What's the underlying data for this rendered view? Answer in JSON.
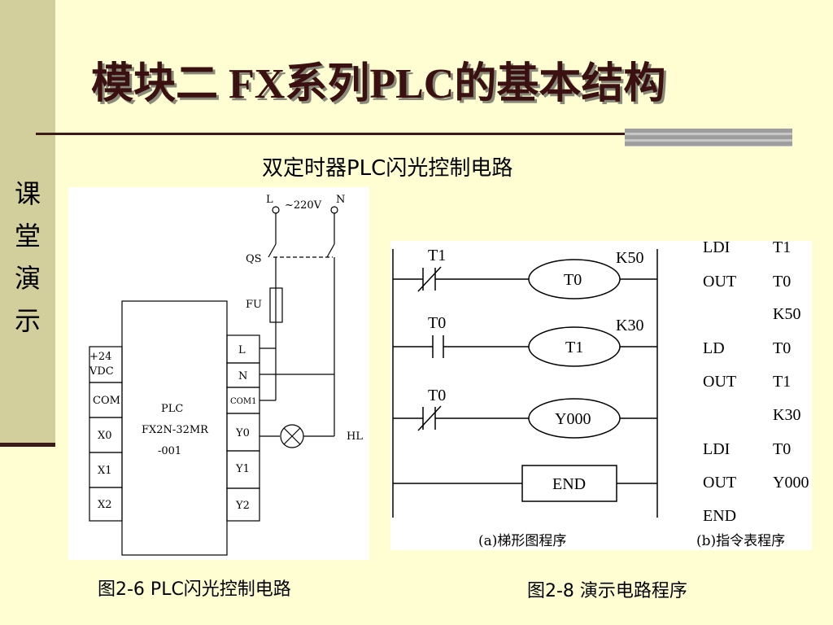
{
  "sidebar": {
    "chars": [
      "课",
      "堂",
      "演",
      "示"
    ]
  },
  "title": "模块二  FX系列PLC的基本结构",
  "subtitle": "双定时器PLC闪光控制电路",
  "left_diagram": {
    "supply_L": "L",
    "supply_N": "N",
    "supply_voltage": "~220V",
    "switch": "QS",
    "fuse": "FU",
    "plc_name": "PLC",
    "plc_model": "FX2N-32MR",
    "plc_suffix": "-001",
    "left_terminals": {
      "power_1": "+24",
      "power_2": "VDC",
      "com": "COM",
      "x0": "X0",
      "x1": "X1",
      "x2": "X2"
    },
    "right_terminals": {
      "l": "L",
      "n": "N",
      "com1": "COM1",
      "y0": "Y0",
      "y1": "Y1",
      "y2": "Y2"
    },
    "lamp": "HL"
  },
  "ladder": {
    "rungs": [
      {
        "contact": "T1",
        "contact_type": "NC",
        "coil": "T0",
        "setting": "K50"
      },
      {
        "contact": "T0",
        "contact_type": "NO",
        "coil": "T1",
        "setting": "K30"
      },
      {
        "contact": "T0",
        "contact_type": "NC",
        "coil": "Y000",
        "setting": ""
      }
    ],
    "end_label": "END",
    "caption": "(a)梯形图程序"
  },
  "instruction_list": {
    "rows": [
      [
        "LDI",
        "T1"
      ],
      [
        "OUT",
        "T0"
      ],
      [
        "",
        "K50"
      ],
      [
        "LD",
        "T0"
      ],
      [
        "OUT",
        "T1"
      ],
      [
        "",
        "K30"
      ],
      [
        "LDI",
        "T0"
      ],
      [
        "OUT",
        "Y000"
      ],
      [
        "END",
        ""
      ]
    ],
    "caption": "(b)指令表程序"
  },
  "captions": {
    "left": "图2-6 PLC闪光控制电路",
    "right": "图2-8  演示电路程序"
  },
  "colors": {
    "background": "#fefed2",
    "sidebar": "#d2cf9c",
    "accent_dark": "#3c1a1a",
    "title": "#3a1010"
  }
}
